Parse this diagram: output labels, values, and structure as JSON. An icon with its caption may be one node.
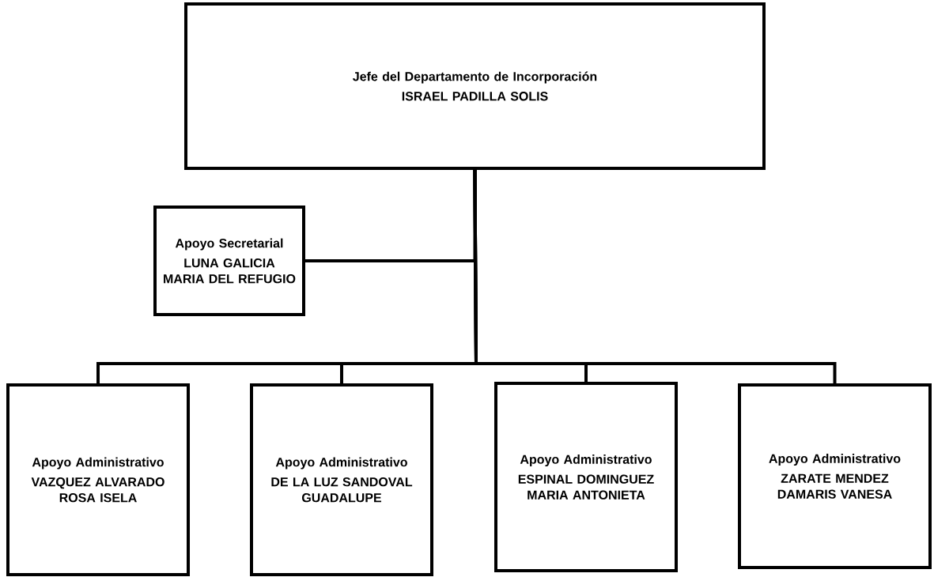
{
  "diagram": {
    "nodes": [
      {
        "text": [
          "Jefe del Departamento de Incorporación",
          "ISRAEL PADILLA SOLIS"
        ]
      },
      {
        "text": [
          "Apoyo Secretarial",
          "LUNA GALICIA MARIA DEL REFUGIO"
        ]
      },
      {
        "text": [
          "Apoyo Administrativo",
          "VAZQUEZ ALVARADO ROSA ISELA"
        ]
      },
      {
        "text": [
          "Apoyo Administrativo",
          "DE LA LUZ SANDOVAL GUADALUPE"
        ]
      },
      {
        "text": [
          "Apoyo Administrativo",
          "ESPINAL DOMINGUEZ MARIA ANTONIETA"
        ]
      },
      {
        "text": [
          "Apoyo Administrativo",
          "ZARATE MENDEZ DAMARIS VANESA"
        ]
      }
    ],
    "edges": [
      {
        "from": 0,
        "to": 1,
        "arrow": "none"
      },
      {
        "from": 0,
        "to": 2,
        "arrow": "none"
      },
      {
        "from": 0,
        "to": 3,
        "arrow": "none"
      },
      {
        "from": 0,
        "to": 4,
        "arrow": "none"
      },
      {
        "from": 0,
        "to": 5,
        "arrow": "none"
      }
    ]
  }
}
